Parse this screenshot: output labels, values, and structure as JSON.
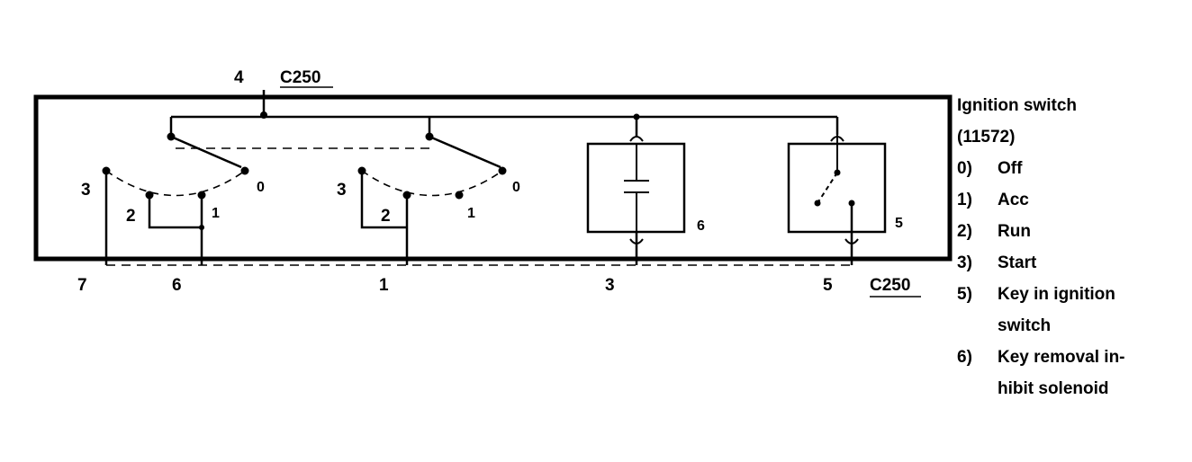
{
  "diagram": {
    "top_pin": "4",
    "top_connector": "C250",
    "bottom_connector": "C250",
    "left_switch_positions": [
      "3",
      "2",
      "1",
      "0"
    ],
    "middle_switch_positions": [
      "3",
      "2",
      "1",
      "0"
    ],
    "solenoid_label": "6",
    "key_switch_label": "5",
    "bottom_pins": [
      "7",
      "6",
      "1",
      "3",
      "5"
    ]
  },
  "legend": {
    "title_line1": "Ignition switch",
    "title_line2": "(11572)",
    "items": [
      {
        "num": "0)",
        "lines": [
          "Off"
        ]
      },
      {
        "num": "1)",
        "lines": [
          "Acc"
        ]
      },
      {
        "num": "2)",
        "lines": [
          "Run"
        ]
      },
      {
        "num": "3)",
        "lines": [
          "Start"
        ]
      },
      {
        "num": "5)",
        "lines": [
          "Key in ignition",
          "switch"
        ]
      },
      {
        "num": "6)",
        "lines": [
          "Key removal in-",
          "hibit solenoid"
        ]
      }
    ]
  }
}
